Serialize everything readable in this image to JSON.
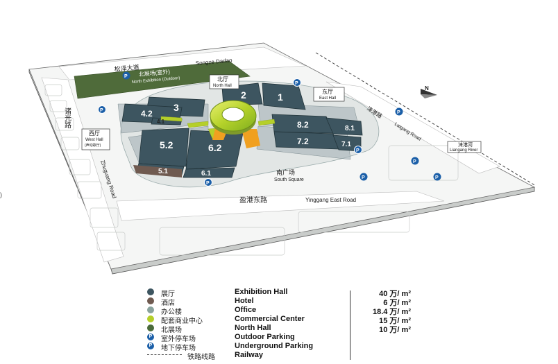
{
  "map": {
    "roads": {
      "north_cn": "松泽大道",
      "north_en": "Songze Dadao",
      "west_cn": "诸光路",
      "west_en": "Zhuguang Road",
      "south_cn": "盈港东路",
      "south_en": "Yinggang East Road",
      "east_cn": "涞港路",
      "east_en": "Laigang Road",
      "river_cn": "涞港河",
      "river_en": "Liangang River"
    },
    "areas": {
      "north_exhibition_cn": "北展场(室外)",
      "north_exhibition_en": "North Exhibition (Outdoor)",
      "south_square_cn": "南广场",
      "south_square_en": "South Square"
    },
    "halls": {
      "north_cn": "北厅",
      "north_en": "North Hall",
      "east_cn": "东厅",
      "east_en": "East Hall",
      "west_cn": "西厅",
      "west_en": "West Hall",
      "west_sub_cn": "(声动歌厅)"
    },
    "hall_numbers": {
      "h1": "1",
      "h2": "2",
      "h3": "3",
      "h42": "4.2",
      "h41": "4.1",
      "h52": "5.2",
      "h51": "5.1",
      "h62": "6.2",
      "h61": "6.1",
      "h72": "7.2",
      "h71": "7.1",
      "h82": "8.2",
      "h81": "8.1"
    },
    "parking_symbol": "P",
    "compass": "N",
    "edge_mark": ")"
  },
  "legend": {
    "items": [
      {
        "cn": "展厅",
        "en": "Exhibition Hall",
        "value": "40 万/ m²",
        "color": "#3d5560",
        "kind": "dot"
      },
      {
        "cn": "酒店",
        "en": "Hotel",
        "value": "6 万/ m²",
        "color": "#6f5a50",
        "kind": "dot"
      },
      {
        "cn": "办公楼",
        "en": "Office",
        "value": "18.4 万/ m²",
        "color": "#8aa39e",
        "kind": "dot"
      },
      {
        "cn": "配套商业中心",
        "en": "Commercial Center",
        "value": "15 万/ m²",
        "color": "#b5cf2a",
        "kind": "dot"
      },
      {
        "cn": "北展场",
        "en": "North Hall",
        "value": "10 万/ m²",
        "color": "#4a6a3a",
        "kind": "dot"
      },
      {
        "cn": "室外停车场",
        "en": "Outdoor Parking",
        "value": "",
        "color": "#1b5fa8",
        "kind": "parking"
      },
      {
        "cn": "地下停车场",
        "en": "Underground Parking",
        "value": "",
        "color": "#1b5fa8",
        "kind": "parking"
      },
      {
        "cn": "铁路线路",
        "en": "Railway",
        "value": "",
        "color": "#555555",
        "kind": "dash"
      }
    ]
  },
  "colors": {
    "hall": "#3d5560",
    "hall_light": "#9fb0b5",
    "green_field": "#4f6b3a",
    "commercial": "#b5cf2a",
    "ring_orange": "#f0a020",
    "parking_blue": "#1b5fa8",
    "ground": "#f4f5f4"
  }
}
